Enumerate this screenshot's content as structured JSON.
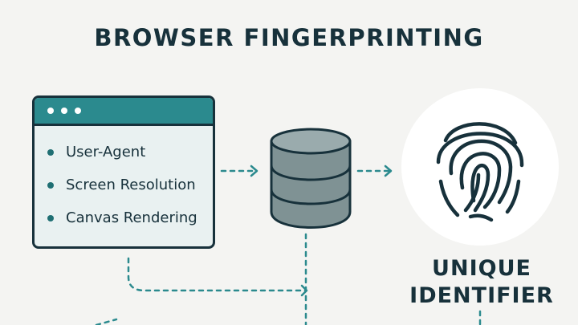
{
  "title": "BROWSER FINGERPRINTING",
  "browser": {
    "attributes": [
      "User-Agent",
      "Screen Resolution",
      "Canvas Rendering"
    ]
  },
  "result": {
    "line1": "UNIQUE",
    "line2": "IDENTIFIER"
  },
  "icons": [
    "browser-window-icon",
    "database-icon",
    "fingerprint-icon"
  ],
  "colors": {
    "background": "#f4f4f2",
    "ink": "#17313b",
    "teal": "#2b8a8e",
    "database": "#7f9294",
    "panel": "#e9f1f1"
  }
}
